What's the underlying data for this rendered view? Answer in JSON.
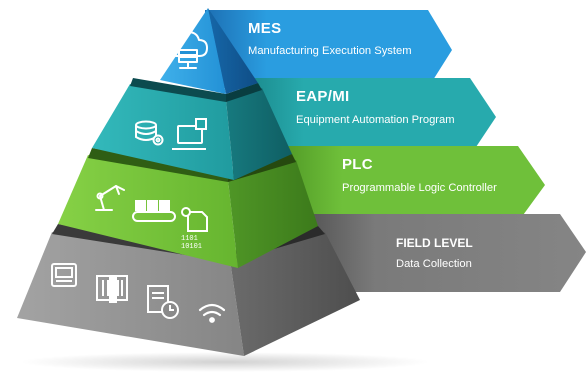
{
  "pyramid": {
    "levels": [
      {
        "id": "mes",
        "title": "MES",
        "subtitle": "Manufacturing Execution System",
        "color": "#1f8fd6",
        "icons": [
          "cloud-server-icon"
        ]
      },
      {
        "id": "eap",
        "title": "EAP/MI",
        "subtitle": "Equipment Automation Program",
        "color": "#22a7a8",
        "icons": [
          "database-gear-icon",
          "computer-monitor-icon"
        ]
      },
      {
        "id": "plc",
        "title": "PLC",
        "subtitle": "Programmable Logic Controller",
        "color": "#72c23a",
        "icons": [
          "robot-arm-icon",
          "conveyor-belt-icon",
          "binary-code-gear-icon"
        ]
      },
      {
        "id": "field",
        "title": "FIELD LEVEL",
        "subtitle": "Data Collection",
        "color": "#8f8f8f",
        "icons": [
          "terminal-device-icon",
          "barcode-scanner-icon",
          "document-clock-icon",
          "wifi-icon"
        ]
      }
    ],
    "binary_text": [
      "1101",
      "10101"
    ]
  }
}
